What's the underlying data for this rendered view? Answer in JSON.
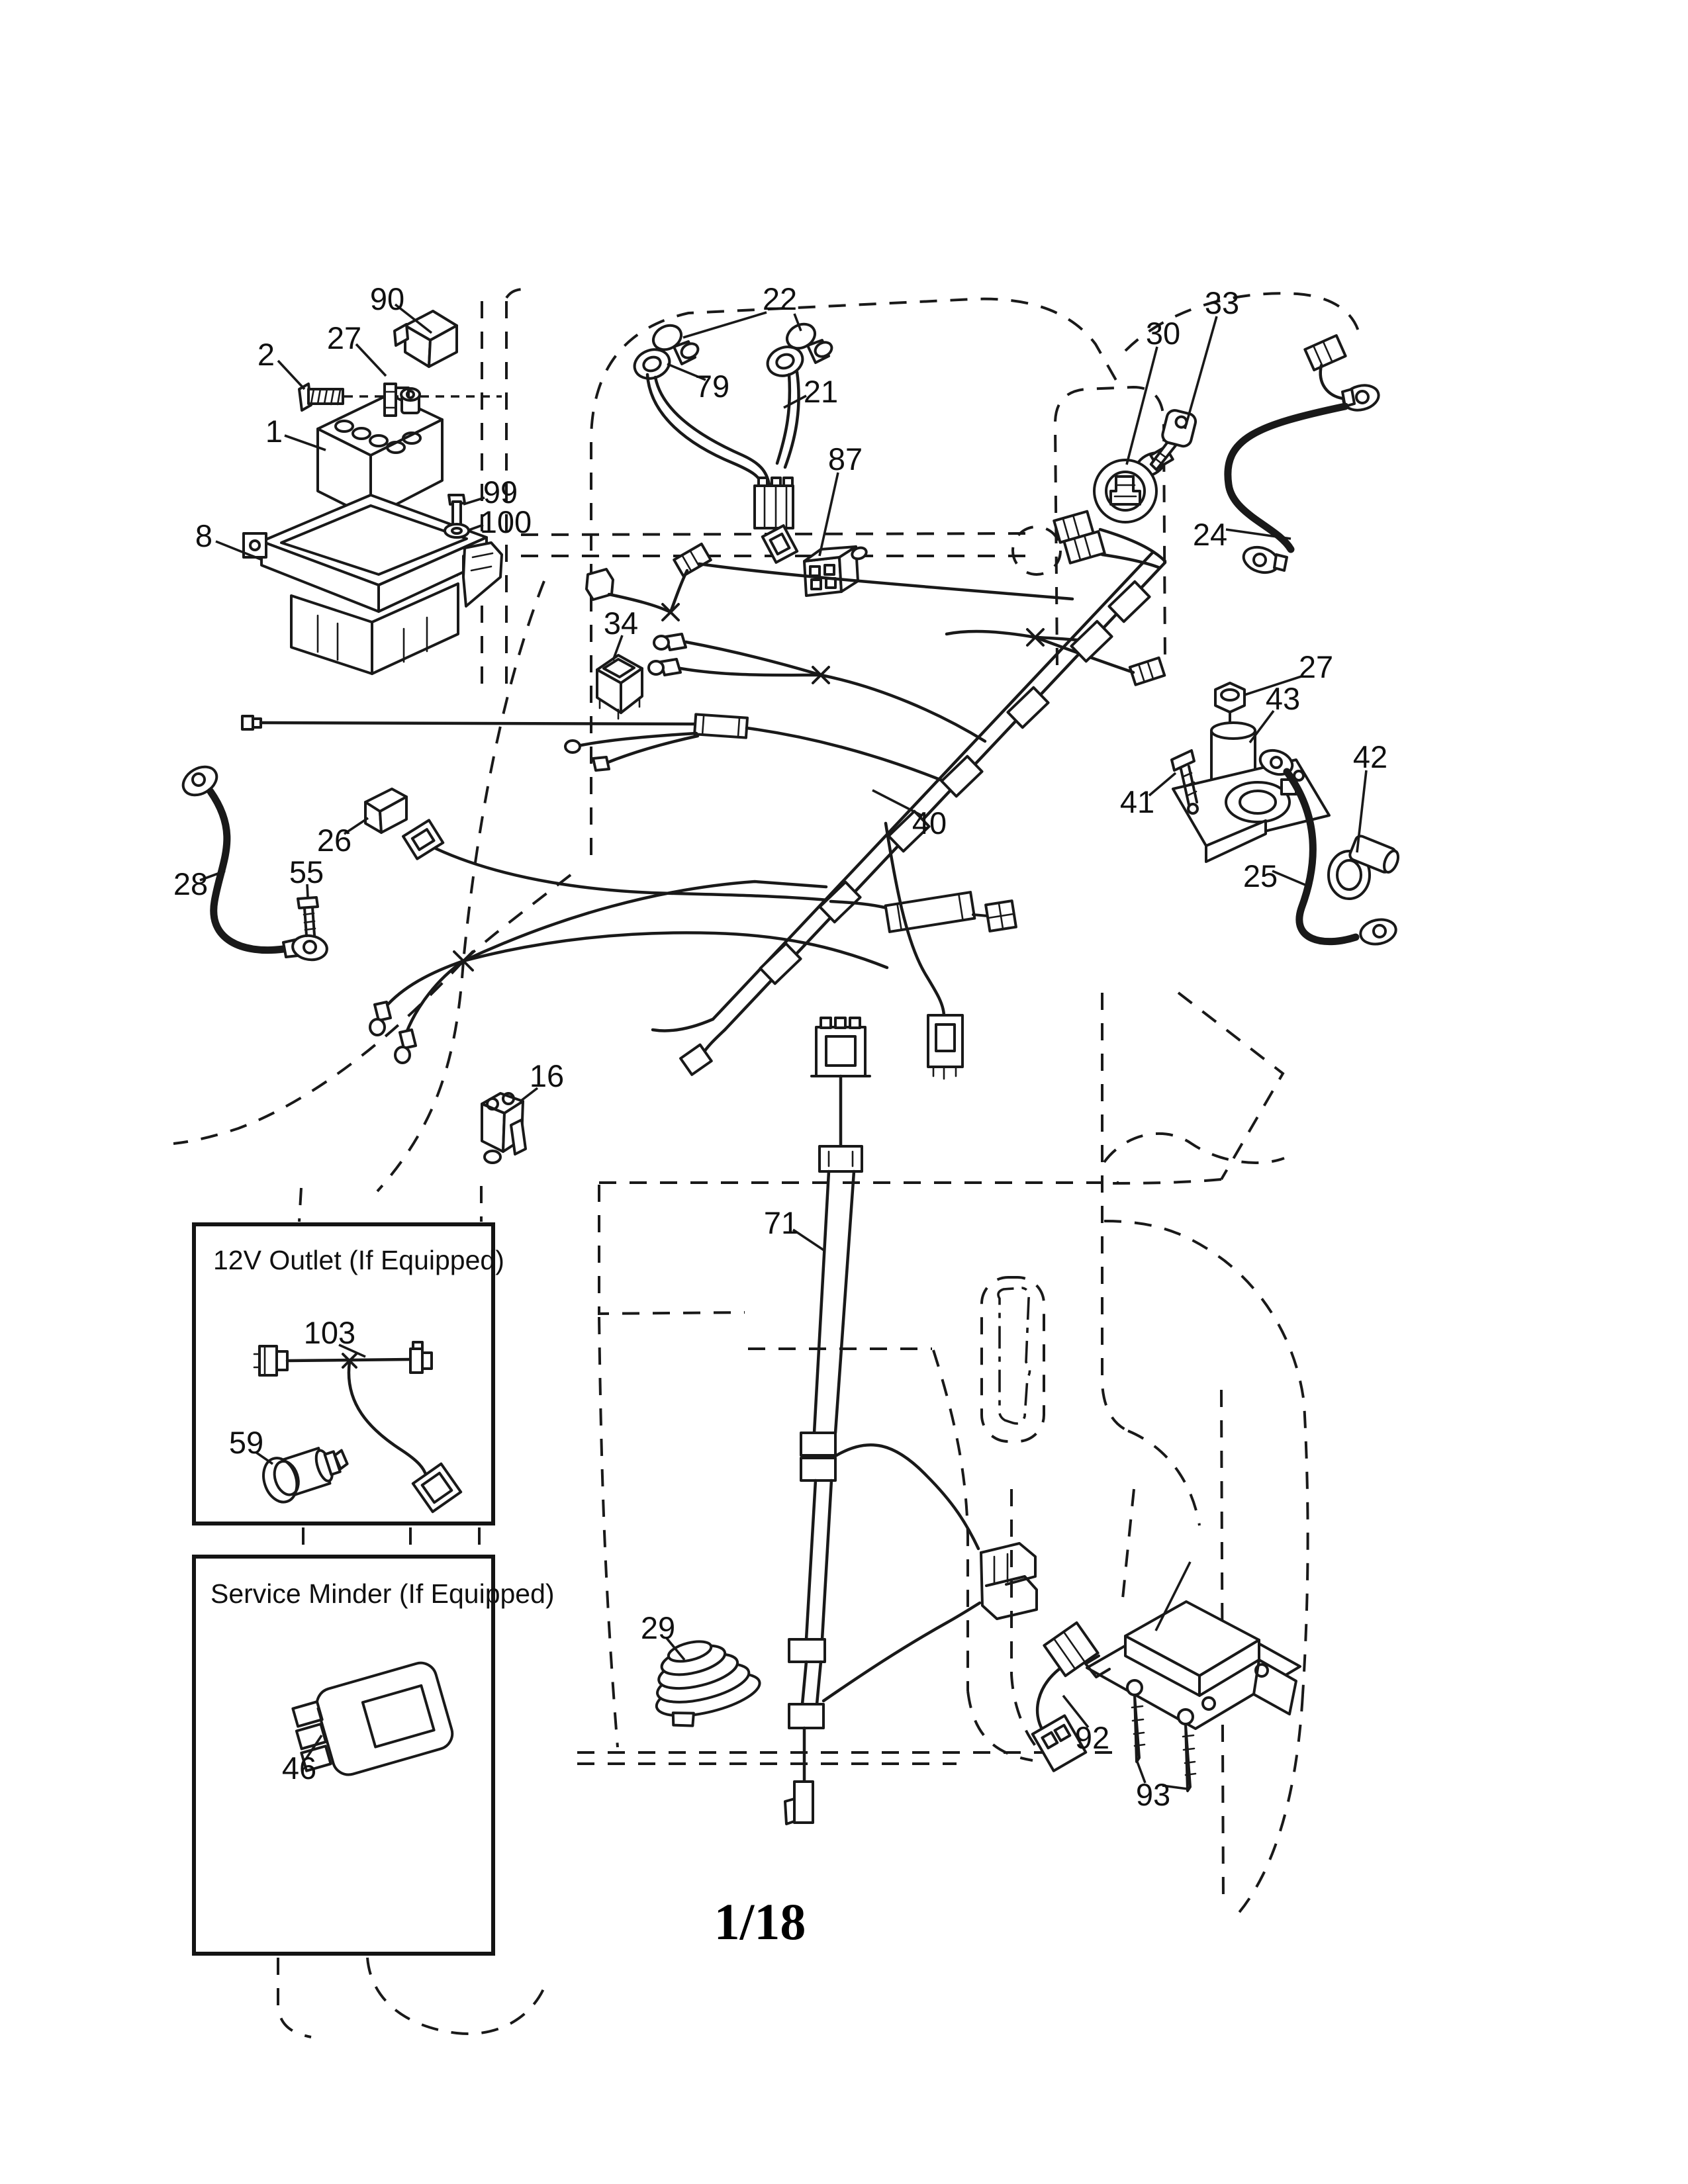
{
  "page_number": "1/18",
  "insets": {
    "outlet_title": "12V Outlet (If Equipped)",
    "service_minder_title": "Service Minder (If Equipped)"
  },
  "callouts": {
    "battery": "1",
    "carriage_bolt": "2",
    "battery_box": "8",
    "interlock_switch": "16",
    "headlight_harness": "21",
    "headlight_bulb": "22",
    "engine_ground_cable": "24",
    "solenoid_cable": "25",
    "fuse": "26",
    "spacer": "27",
    "hex_nut": "27",
    "battery_ground_cable": "28",
    "grommet": "29",
    "ignition_switch": "30",
    "ignition_key": "33",
    "light_switch": "34",
    "main_harness": "40",
    "solenoid_bolt": "41",
    "terminal_boot": "42",
    "solenoid": "43",
    "service_minder_module": "46",
    "ground_screw": "55",
    "outlet_socket": "59",
    "seat_harness": "71",
    "bulb_socket": "79",
    "plug_switch": "87",
    "terminal_cover": "90",
    "hex_screw": "99",
    "washer": "100",
    "outlet_harness": "103"
  }
}
